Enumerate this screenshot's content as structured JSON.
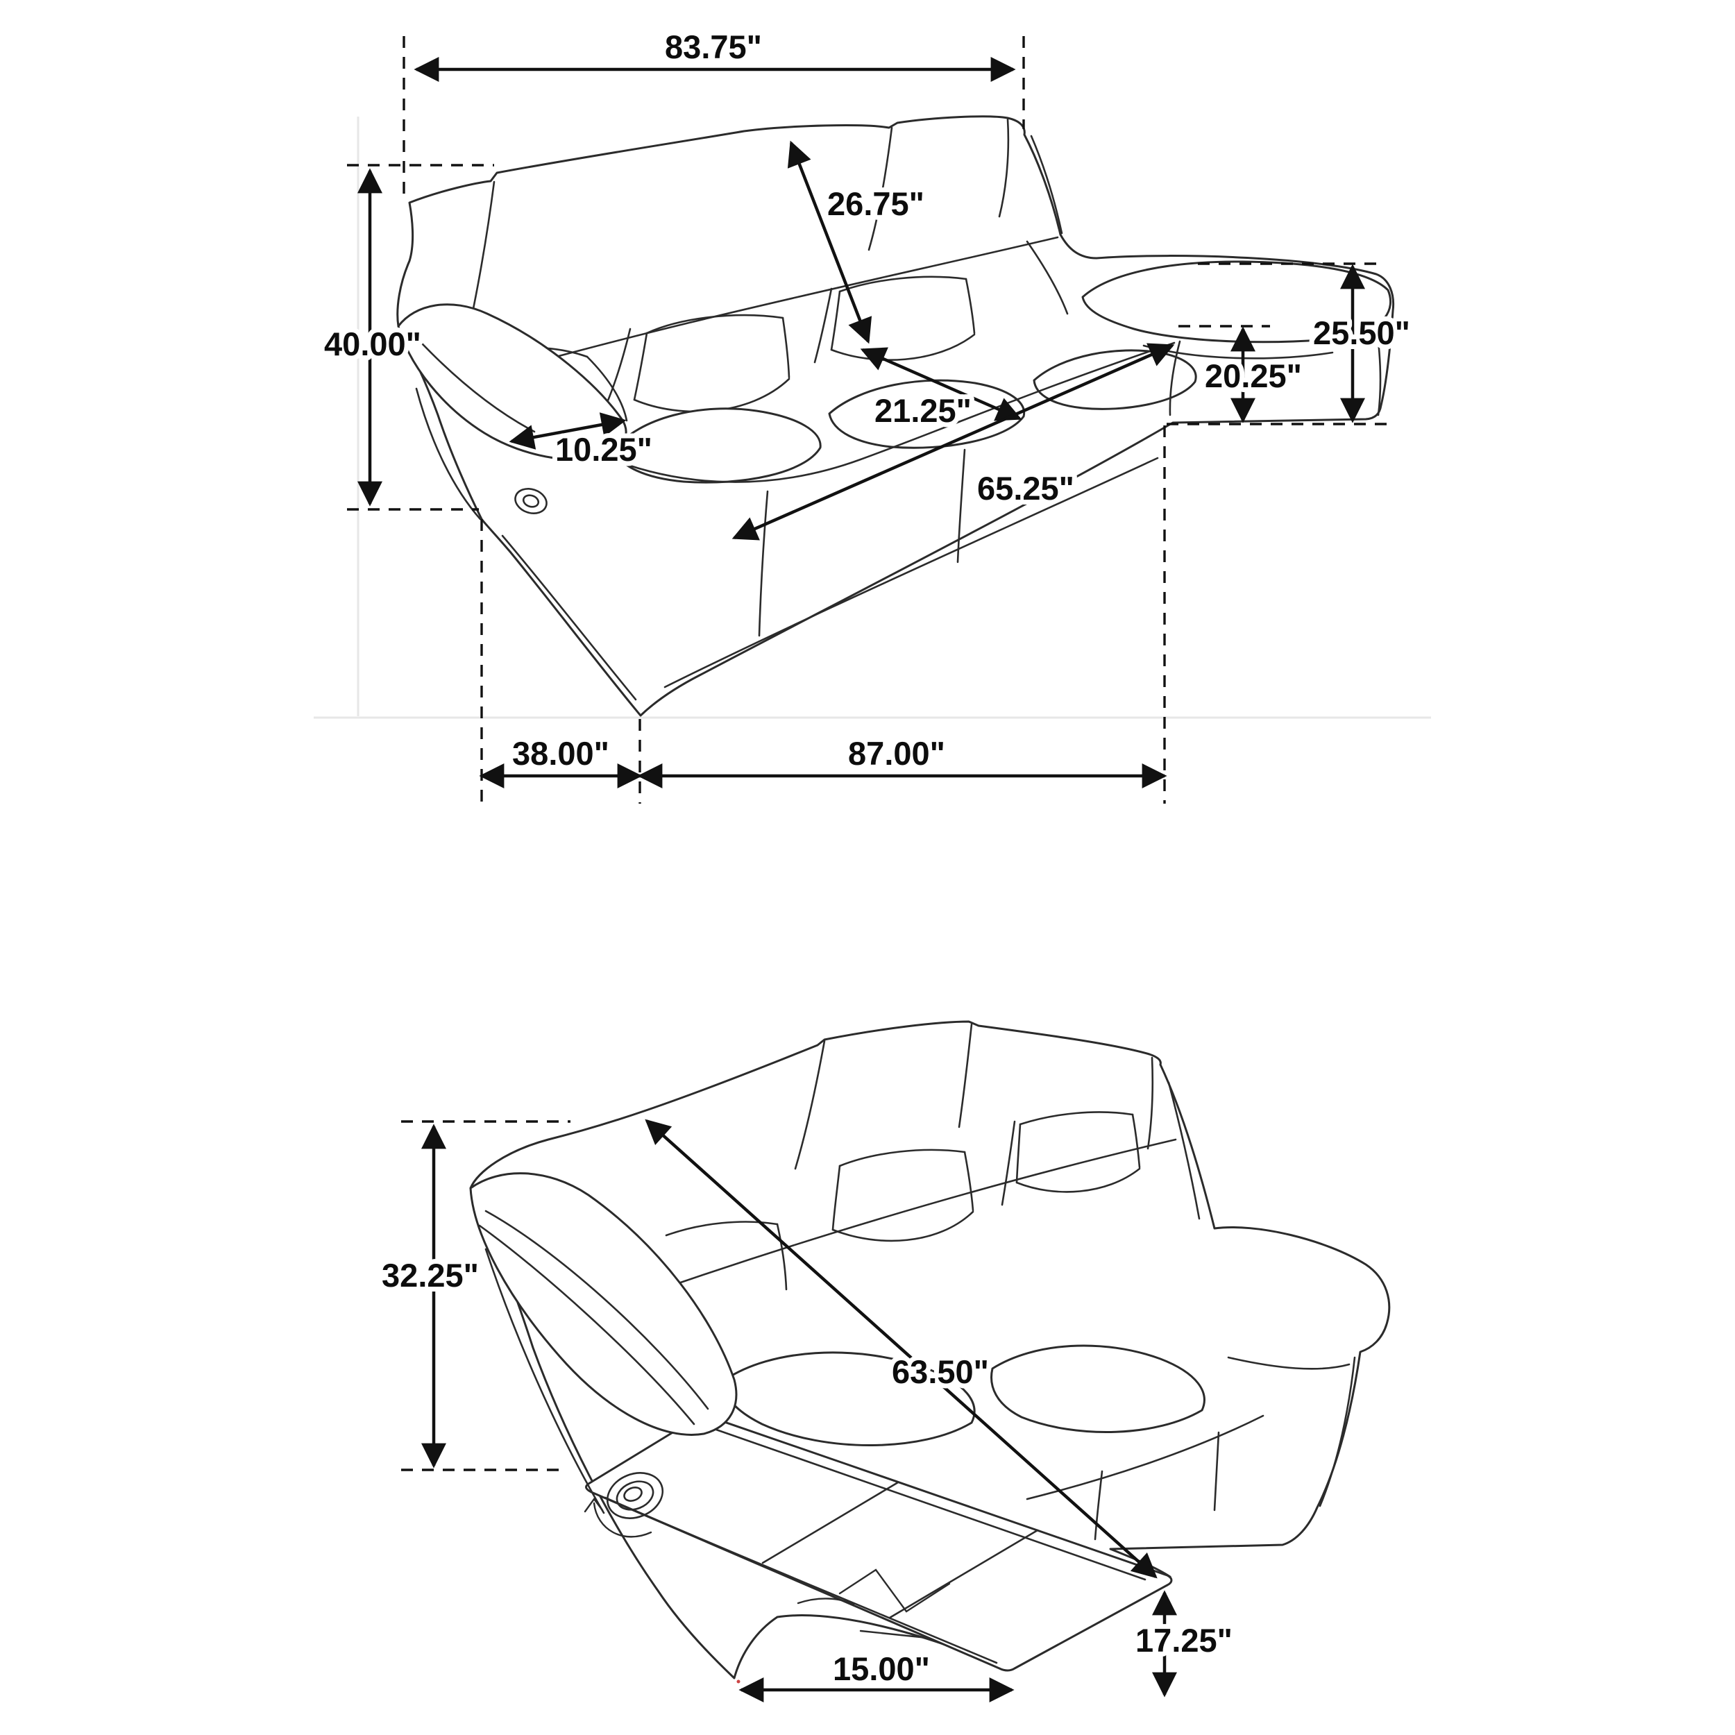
{
  "diagram": {
    "kind": "furniture-dimension-line-drawing",
    "subject": "three-seat reclining sofa",
    "accent_color": "#0d0d0d",
    "background_color": "#ffffff"
  },
  "views": {
    "upright": {
      "name": "sofa upright view",
      "dims": {
        "back_width": "83.75\"",
        "back_diagonal": "26.75\"",
        "overall_height": "40.00\"",
        "arm_height": "25.50\"",
        "seat_height": "20.25\"",
        "seat_depth": "21.25\"",
        "arm_width": "10.25\"",
        "seat_width": "65.25\"",
        "overall_depth": "38.00\"",
        "overall_width": "87.00\""
      }
    },
    "reclined": {
      "name": "sofa reclined view",
      "dims": {
        "back_height": "32.25\"",
        "recline_diagonal": "63.50\"",
        "footrest_height": "17.25\"",
        "footrest_extension": "15.00\""
      }
    }
  }
}
